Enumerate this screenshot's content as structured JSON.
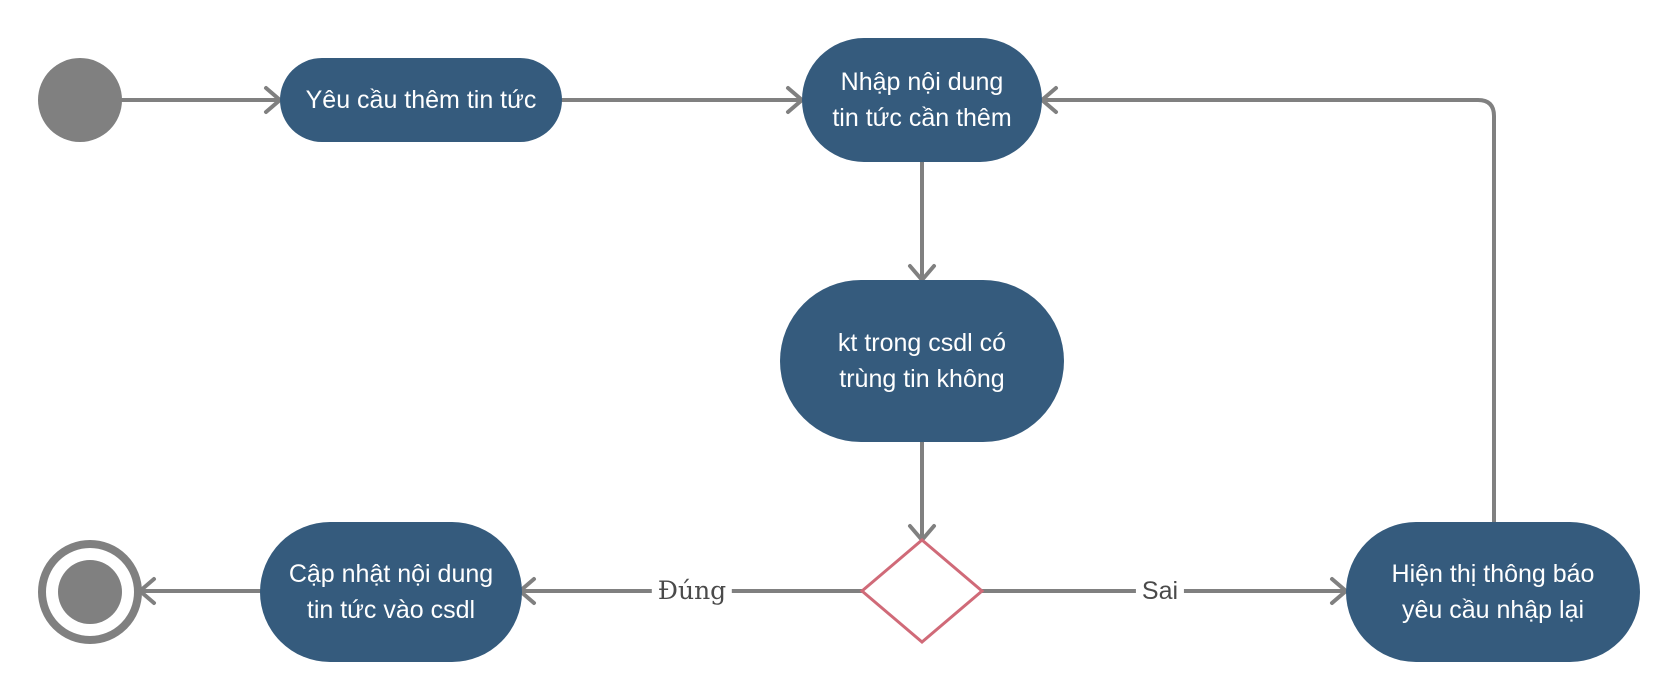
{
  "colors": {
    "node_fill": "#355b7d",
    "node_text": "#ffffff",
    "edge": "#808080",
    "start_end": "#808080",
    "decision_stroke": "#d06a78",
    "decision_fill": "#ffffff",
    "label_text": "#4a4a4a"
  },
  "nodes": {
    "request": "Yêu  cầu thêm tin tức",
    "input": "Nhập nội dung\ntin tức cần thêm",
    "check": "kt trong csdl có\ntrùng tin không",
    "update": "Cập nhật nội dung\ntin tức vào csdl",
    "notify": "Hiện thị thông báo\nyêu cầu nhập lại"
  },
  "edge_labels": {
    "yes": "Đúng",
    "no": "Sai"
  }
}
